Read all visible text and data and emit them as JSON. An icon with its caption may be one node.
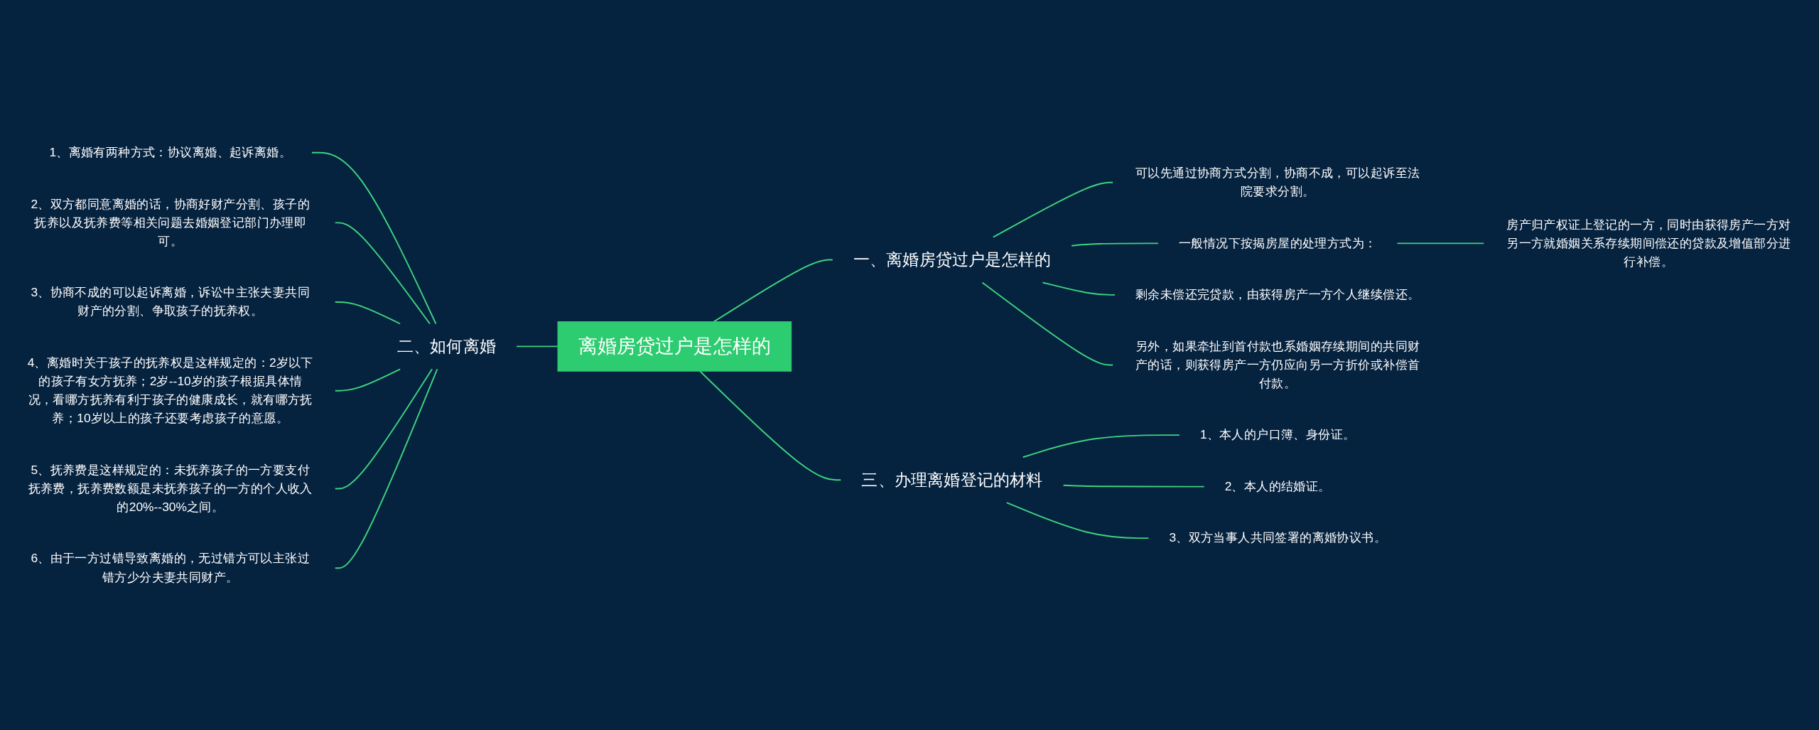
{
  "diagram": {
    "nodes": [
      {
        "text": [
          "离婚房贷过户是怎样的"
        ]
      },
      {
        "text": [
          "一、离婚房贷过户是怎样的"
        ]
      },
      {
        "text": [
          "可以先通过协商方式分割，协商不成，可以起诉至法院要求分割。"
        ]
      },
      {
        "text": [
          "一般情况下按揭房屋的处理方式为："
        ]
      },
      {
        "text": [
          "房产归产权证上登记的一方，同时由获得房产一方对另一方就婚姻关系存续期间偿还的贷款及增值部分进行补偿。"
        ]
      },
      {
        "text": [
          "剩余未偿还完贷款，由获得房产一方个人继续偿还。"
        ]
      },
      {
        "text": [
          "另外，如果牵扯到首付款也系婚姻存续期间的共同财产的话，则获得房产一方仍应向另一方折价或补偿首付款。"
        ]
      },
      {
        "text": [
          "三、办理离婚登记的材料"
        ]
      },
      {
        "text": [
          "1、本人的户口簿、身份证。"
        ]
      },
      {
        "text": [
          "2、本人的结婚证。"
        ]
      },
      {
        "text": [
          "3、双方当事人共同签署的离婚协议书。"
        ]
      },
      {
        "text": [
          "二、如何离婚"
        ]
      },
      {
        "text": [
          "1、离婚有两种方式：协议离婚、起诉离婚。"
        ]
      },
      {
        "text": [
          "2、双方都同意离婚的话，协商好财产分割、孩子的抚养以及抚养费等相关问题去婚姻登记部门办理即可。"
        ]
      },
      {
        "text": [
          "3、协商不成的可以起诉离婚，诉讼中主张夫妻共同财产的分割、争取孩子的抚养权。"
        ]
      },
      {
        "text": [
          "4、离婚时关于孩子的抚养权是这样规定的：2岁以下的孩子有女方抚养；2岁--10岁的孩子根据具体情况，看哪方抚养有利于孩子的健康成长，就有哪方抚养；10岁以上的孩子还要考虑孩子的意愿。"
        ]
      },
      {
        "text": [
          "5、抚养费是这样规定的：未抚养孩子的一方要支付抚养费，抚养费数额是未抚养孩子的一方的个人收入的20%--30%之间。"
        ]
      },
      {
        "text": [
          "6、由于一方过错导致离婚的，无过错方可以主张过错方少分夫妻共同财产。"
        ]
      }
    ],
    "edges": [
      {
        "from": 0,
        "to": 1,
        "arrow": "none"
      },
      {
        "from": 1,
        "to": 2,
        "arrow": "none"
      },
      {
        "from": 1,
        "to": 3,
        "arrow": "none"
      },
      {
        "from": 3,
        "to": 4,
        "arrow": "none"
      },
      {
        "from": 1,
        "to": 5,
        "arrow": "none"
      },
      {
        "from": 1,
        "to": 6,
        "arrow": "none"
      },
      {
        "from": 0,
        "to": 7,
        "arrow": "none"
      },
      {
        "from": 7,
        "to": 8,
        "arrow": "none"
      },
      {
        "from": 7,
        "to": 9,
        "arrow": "none"
      },
      {
        "from": 7,
        "to": 10,
        "arrow": "none"
      },
      {
        "from": 0,
        "to": 11,
        "arrow": "none"
      },
      {
        "from": 11,
        "to": 12,
        "arrow": "none"
      },
      {
        "from": 11,
        "to": 13,
        "arrow": "none"
      },
      {
        "from": 11,
        "to": 14,
        "arrow": "none"
      },
      {
        "from": 11,
        "to": 15,
        "arrow": "none"
      },
      {
        "from": 11,
        "to": 16,
        "arrow": "none"
      },
      {
        "from": 11,
        "to": 17,
        "arrow": "none"
      }
    ]
  }
}
